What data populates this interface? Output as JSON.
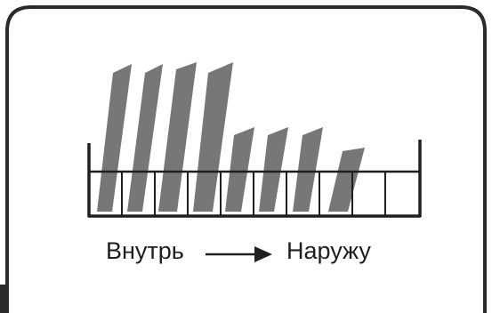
{
  "labels": {
    "from": "Внутрь",
    "to": "Наружу"
  },
  "colors": {
    "border": "#2b2b2b",
    "plate_fill": "#777777",
    "rack_line": "#1f1f1f",
    "background": "#ffffff"
  },
  "icons": {
    "arrow": "right-arrow-icon"
  },
  "plates": {
    "tall_count": 4,
    "short_count": 4
  }
}
